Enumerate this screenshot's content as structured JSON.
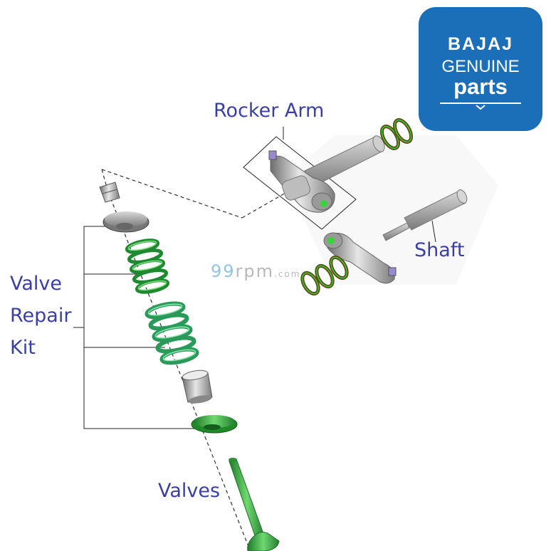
{
  "labels": {
    "rocker_arm": "Rocker Arm",
    "shaft": "Shaft",
    "valves": "Valves",
    "valve_repair_kit": [
      "Valve",
      "Repair",
      "Kit"
    ]
  },
  "logo": {
    "brand": "BAJAJ",
    "line2": "GENUINE",
    "line3": "parts"
  },
  "watermark": {
    "accent": "99",
    "text": "rpm",
    "suffix": ".com"
  },
  "colors": {
    "label": "#3a3fa8",
    "logo_bg": "#1b6fb8",
    "spring_green": "#2fb04a",
    "valve_green": "#3db53d",
    "metal_gray": "#a9a9a9"
  },
  "icons": [
    "logo-check-icon"
  ]
}
